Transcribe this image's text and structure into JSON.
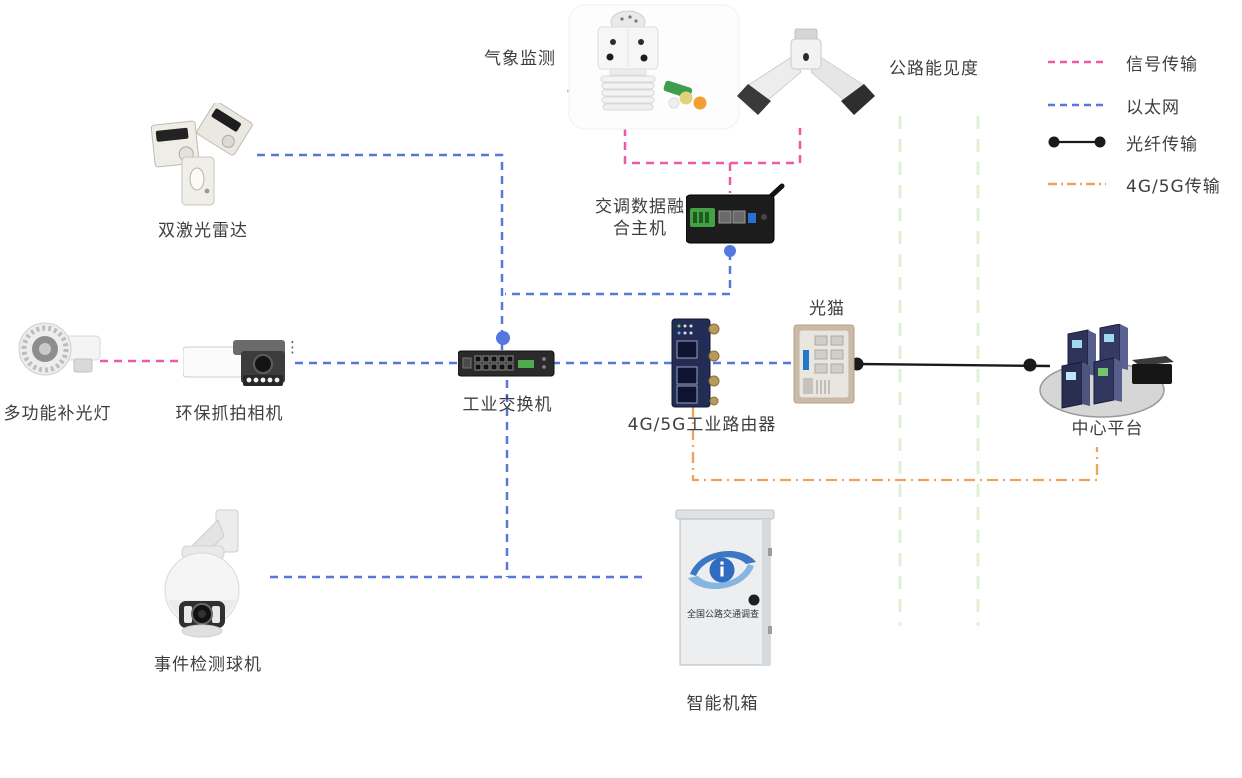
{
  "diagram": {
    "nodes": {
      "weather_station": {
        "label": "气象监测"
      },
      "road_visibility": {
        "label": "公路能见度"
      },
      "dual_laser_radar": {
        "label": "双激光雷达"
      },
      "traffic_data_fusion_host": {
        "label": "交调数据融合主机"
      },
      "multifunction_fill_light": {
        "label": "多功能补光灯"
      },
      "env_capture_camera": {
        "label": "环保抓拍相机",
        "ellipsis_mark": "⋮"
      },
      "industrial_switch": {
        "label": "工业交换机"
      },
      "router_4g5g": {
        "label": "4G/5G工业路由器"
      },
      "optical_modem": {
        "label": "光猫"
      },
      "center_platform": {
        "label": "中心平台"
      },
      "event_detection_dome_camera": {
        "label": "事件检测球机"
      },
      "smart_cabinet": {
        "label": "智能机箱",
        "logo_text": "全国公路交通调查"
      }
    },
    "legend": [
      {
        "label": "信号传输",
        "color": "#ee58a5",
        "style": "dashed"
      },
      {
        "label": "以太网",
        "color": "#5577de",
        "style": "dashed"
      },
      {
        "label": "光纤传输",
        "color": "#1a1a1a",
        "style": "solid-with-end-dots"
      },
      {
        "label": "4G/5G传输",
        "color": "#f0a25d",
        "style": "dash-dot"
      }
    ],
    "guide_line_color": "#dff0d5"
  }
}
